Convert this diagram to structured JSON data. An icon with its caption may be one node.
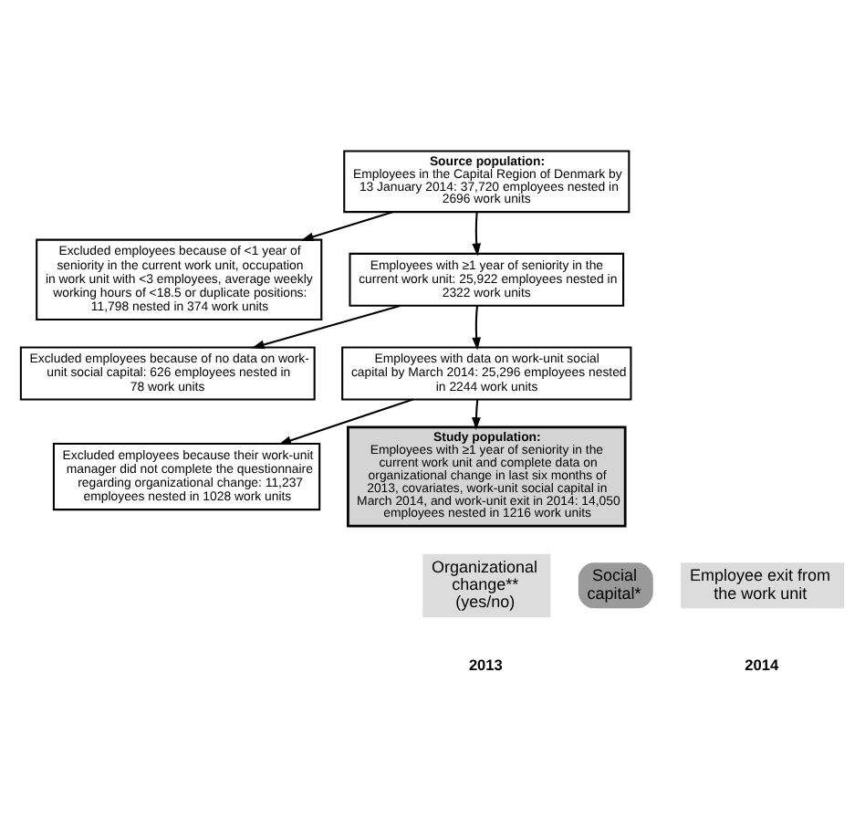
{
  "diagram": {
    "nodes": [
      {
        "text": [
          "Source population:",
          "Employees in the Capital Region of Denmark by 13 January 2014: 37,720 employees nested in 2696 work units"
        ]
      },
      {
        "text": [
          "Excluded employees because of <1 year of seniority in the current work unit, occupation in work unit with <3 employees, average weekly working hours of <18.5 or duplicate positions: 11,798 nested in 374 work units"
        ]
      },
      {
        "text": [
          "Employees with ≥1 year of seniority in the current work unit: 25,922 employees nested in 2322 work units"
        ]
      },
      {
        "text": [
          "Excluded employees because of no data on work-unit social capital: 626 employees nested in 78 work units"
        ]
      },
      {
        "text": [
          "Employees with data on work-unit social capital by March 2014: 25,296 employees nested in 2244 work units"
        ]
      },
      {
        "text": [
          "Excluded employees because their work-unit manager did not complete the questionnaire regarding organizational change: 11,237 employees nested in 1028 work units"
        ]
      },
      {
        "text": [
          "Study population:",
          "Employees with ≥1 year of seniority in the current work unit and complete data on organizational change in last six months of 2013, covariates, work-unit social capital in March 2014, and work-unit exit in 2014: 14,050 employees nested in 1216 work units"
        ]
      },
      {
        "text": [
          "Organizational change** (yes/no)"
        ]
      },
      {
        "text": [
          "Social capital*"
        ]
      },
      {
        "text": [
          "Employee exit from the work unit"
        ]
      }
    ],
    "edges": [
      {
        "from": 0,
        "to": 2,
        "arrow": "to"
      },
      {
        "from": 0,
        "to": 1,
        "arrow": "to"
      },
      {
        "from": 2,
        "to": 4,
        "arrow": "to"
      },
      {
        "from": 2,
        "to": 3,
        "arrow": "to"
      },
      {
        "from": 4,
        "to": 6,
        "arrow": "to"
      },
      {
        "from": 4,
        "to": 5,
        "arrow": "to"
      }
    ],
    "labels": [
      "2013",
      "2014"
    ]
  }
}
